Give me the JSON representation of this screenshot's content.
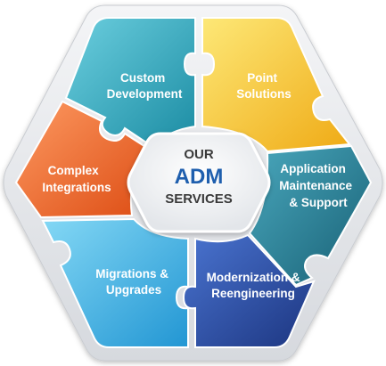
{
  "center": {
    "line1": "OUR",
    "line2": "ADM",
    "line3": "SERVICES"
  },
  "segments": [
    {
      "id": "custom-development",
      "lines": [
        "Custom",
        "Development"
      ],
      "color_light": "#5cc4d6",
      "color_dark": "#1f8fa6"
    },
    {
      "id": "point-solutions",
      "lines": [
        "Point",
        "Solutions"
      ],
      "color_light": "#fde16a",
      "color_dark": "#f0b21c"
    },
    {
      "id": "application-maintenance",
      "lines": [
        "Application",
        "Maintenance",
        "& Support"
      ],
      "color_light": "#3a98ad",
      "color_dark": "#1c6b80"
    },
    {
      "id": "modernization",
      "lines": [
        "Modernization &",
        "Reengineering"
      ],
      "color_light": "#3f68c6",
      "color_dark": "#213f8e"
    },
    {
      "id": "migrations",
      "lines": [
        "Migrations &",
        "Upgrades"
      ],
      "color_light": "#6fcdf0",
      "color_dark": "#2a9fd8"
    },
    {
      "id": "complex-integrations",
      "lines": [
        "Complex",
        "Integrations"
      ],
      "color_light": "#fb8a52",
      "color_dark": "#e2561c"
    }
  ]
}
